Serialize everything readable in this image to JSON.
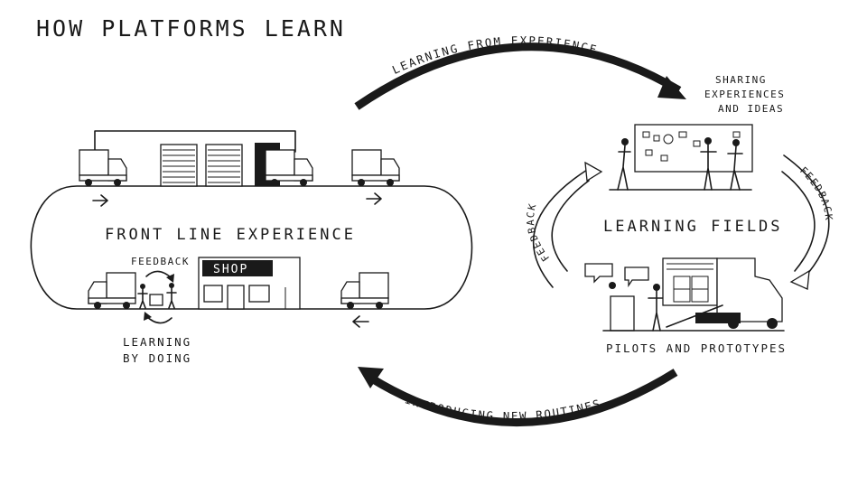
{
  "title": "HOW PLATFORMS LEARN",
  "front_line": {
    "label": "FRONT LINE EXPERIENCE",
    "feedback": "FEEDBACK",
    "learning_line1": "LEARNING",
    "learning_line2": "BY DOING",
    "shop_sign": "SHOP"
  },
  "top_arrow_label": "LEARNING FROM EXPERIENCE",
  "bottom_arrow_label": "INTRODUCING NEW ROUTINES",
  "learning_fields": {
    "label": "LEARNING FIELDS",
    "sharing_line1": "SHARING",
    "sharing_line2": "EXPERIENCES",
    "sharing_line3": "AND IDEAS",
    "feedback_left": "FEEDBACK",
    "feedback_right": "FEEDBACK",
    "pilots": "PILOTS AND PROTOTYPES"
  }
}
